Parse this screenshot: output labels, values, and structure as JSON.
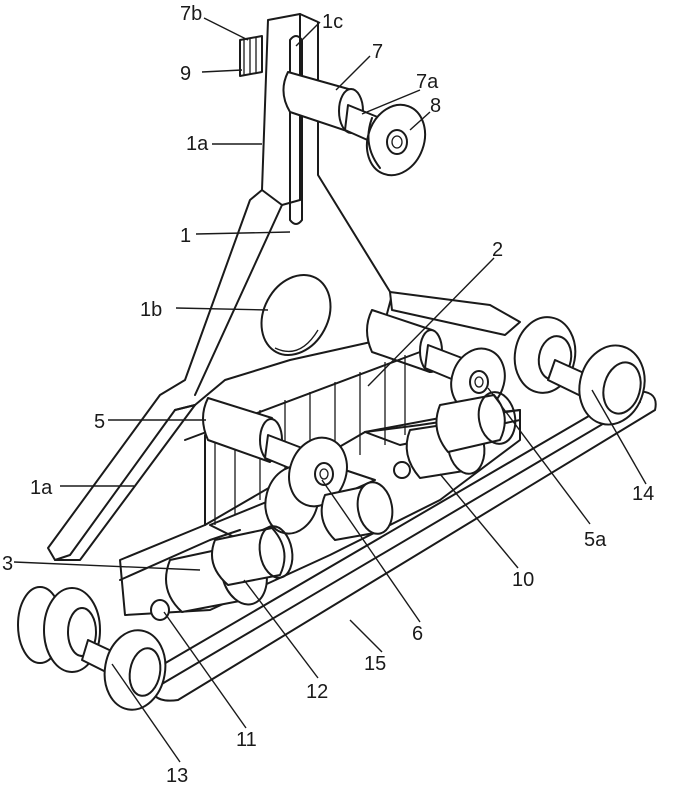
{
  "labels": {
    "l7b": "7b",
    "l1c": "1c",
    "l7": "7",
    "l9": "9",
    "l7a": "7a",
    "l8": "8",
    "l1a_top": "1a",
    "l1": "1",
    "l2": "2",
    "l1b": "1b",
    "l5": "5",
    "l1a_left": "1a",
    "l14": "14",
    "l5a": "5a",
    "l3": "3",
    "l10": "10",
    "l6": "6",
    "l15": "15",
    "l12": "12",
    "l11": "11",
    "l13": "13"
  }
}
